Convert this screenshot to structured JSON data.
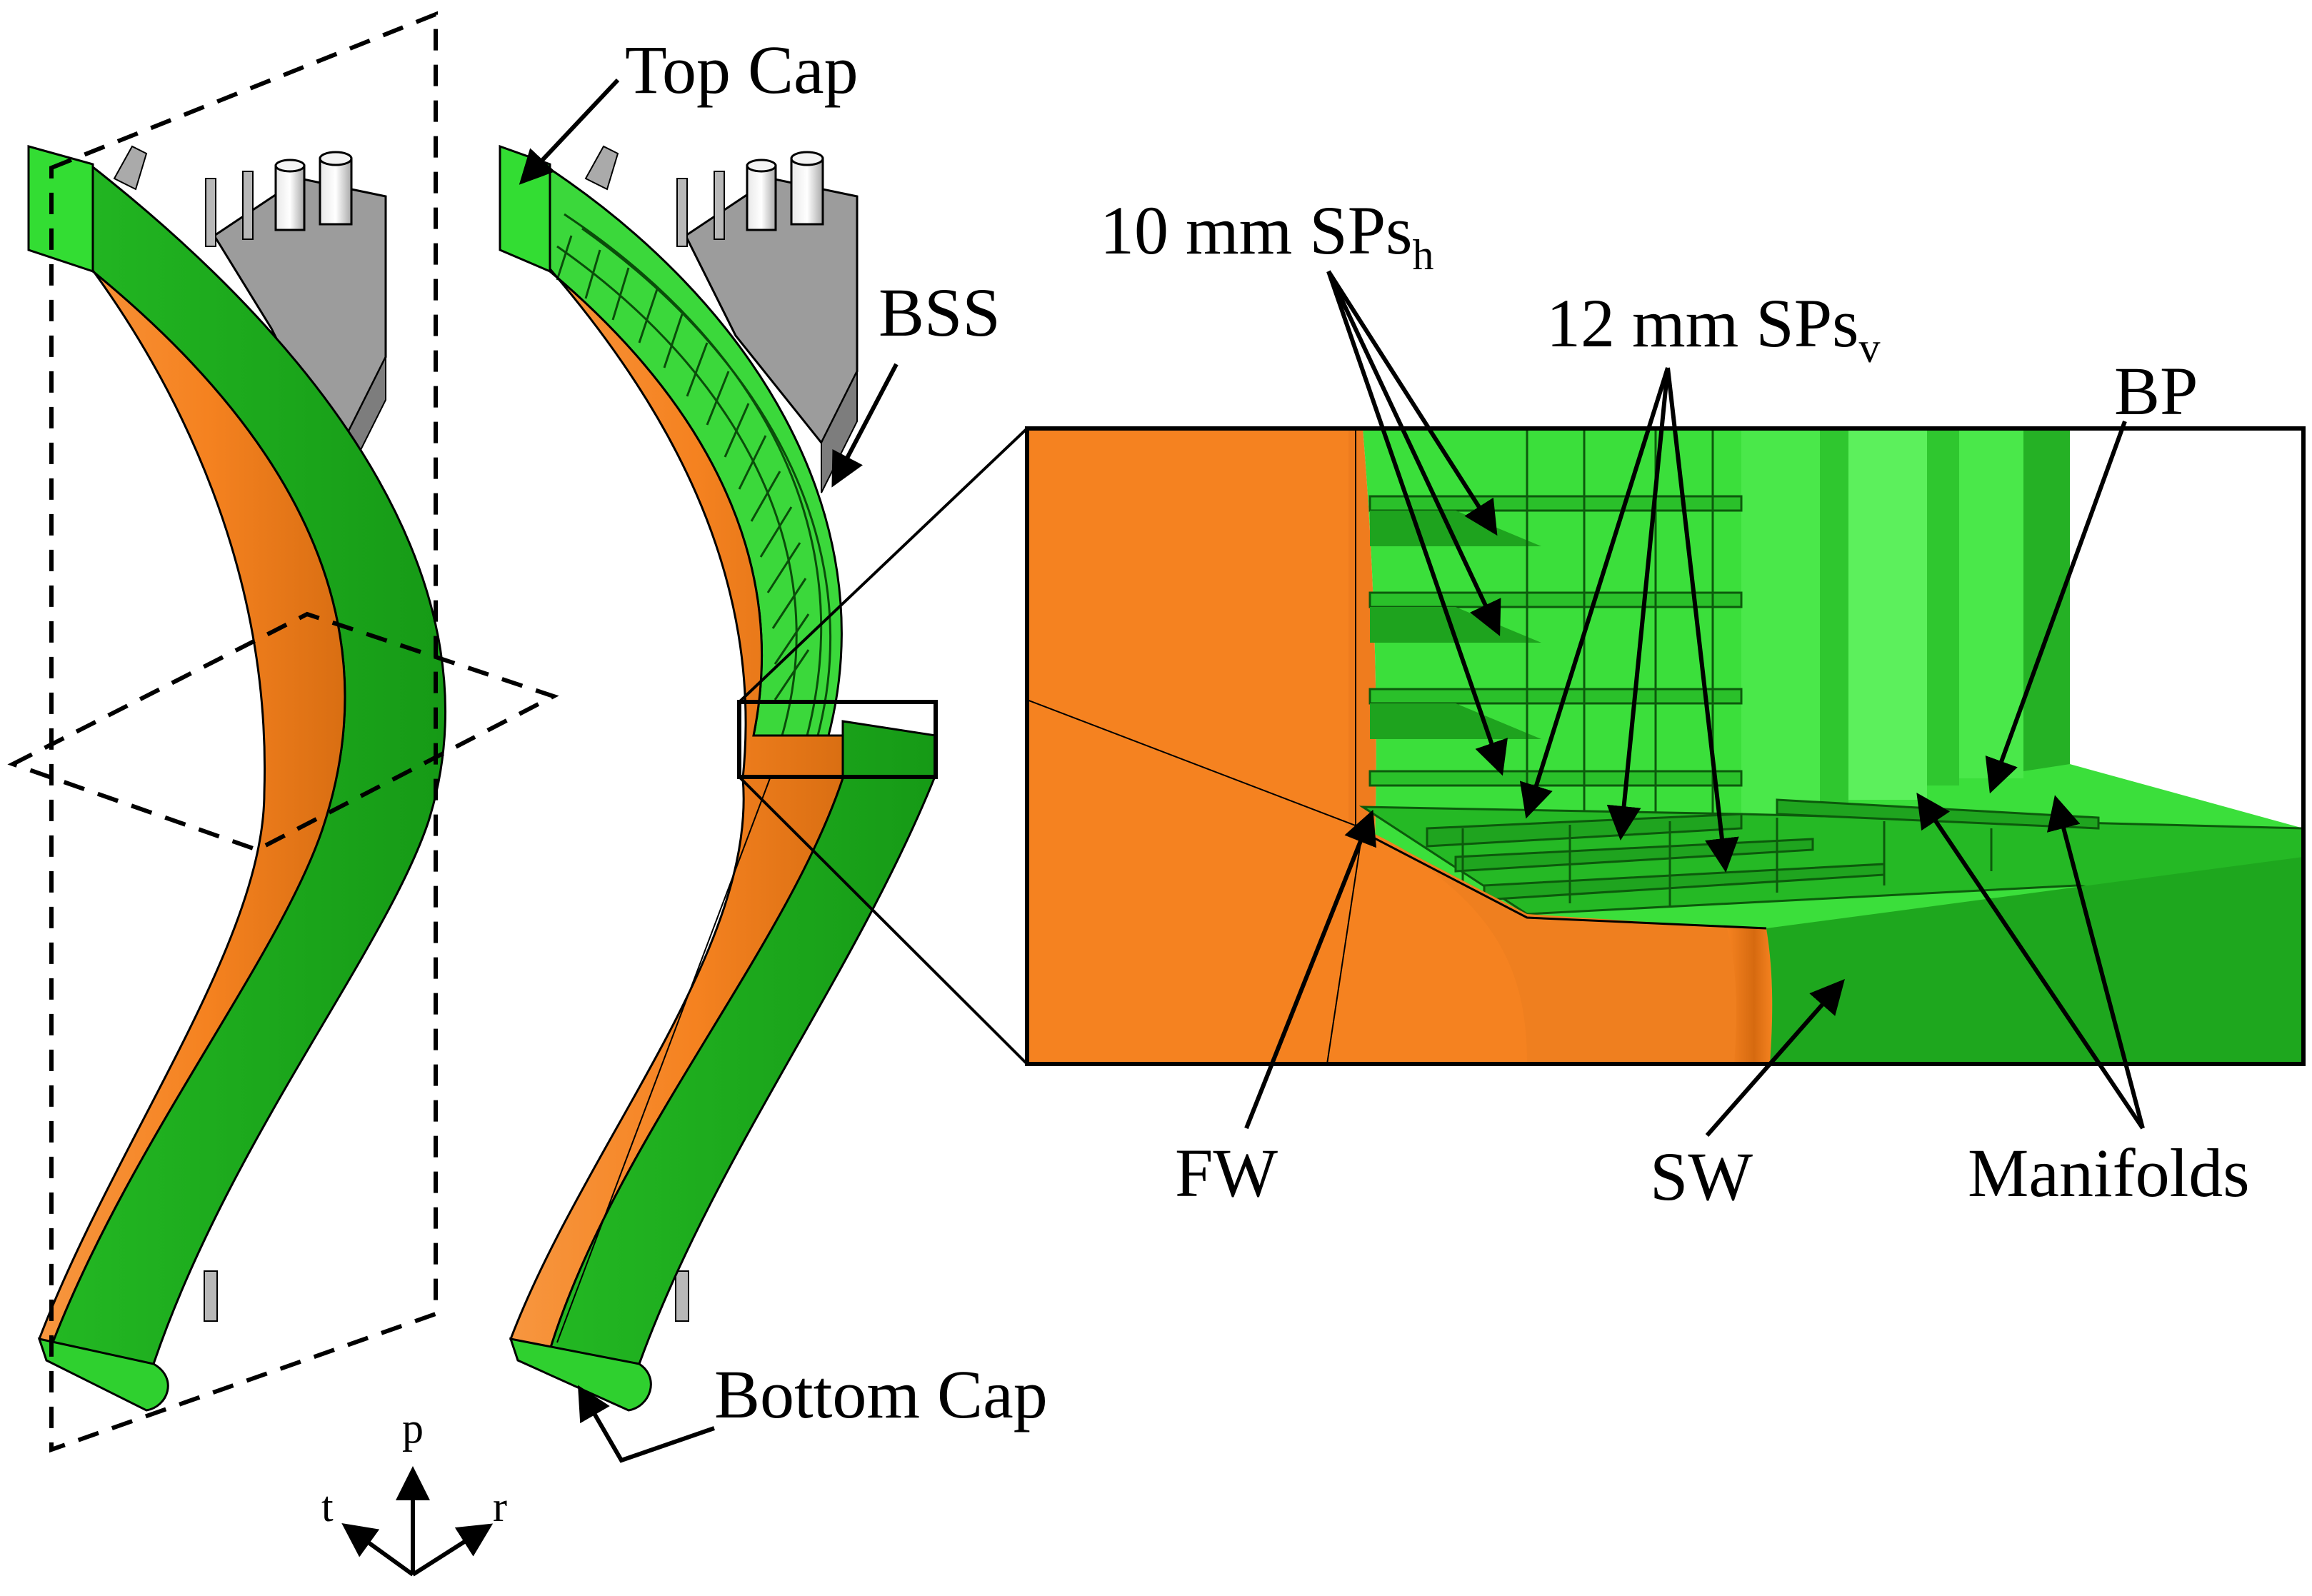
{
  "labels": {
    "top_cap": "Top Cap",
    "bss": "BSS",
    "bottom_cap": "Bottom Cap",
    "sps_h": {
      "text": "10 mm SPs",
      "subscript": "h"
    },
    "sps_v": {
      "text": "12 mm SPs",
      "subscript": "v"
    },
    "bp": "BP",
    "fw": "FW",
    "sw": "SW",
    "manifolds": "Manifolds"
  },
  "axes": {
    "p": "p",
    "t": "t",
    "r": "r"
  },
  "colors": {
    "first_wall": "#f58220",
    "first_wall_dark": "#c85f0a",
    "structure": "#1ea71e",
    "structure_light": "#3be03b",
    "structure_dark": "#138a13",
    "bss": "#9a9a9a",
    "bss_light": "#cfcfcf",
    "outline": "#000000"
  }
}
